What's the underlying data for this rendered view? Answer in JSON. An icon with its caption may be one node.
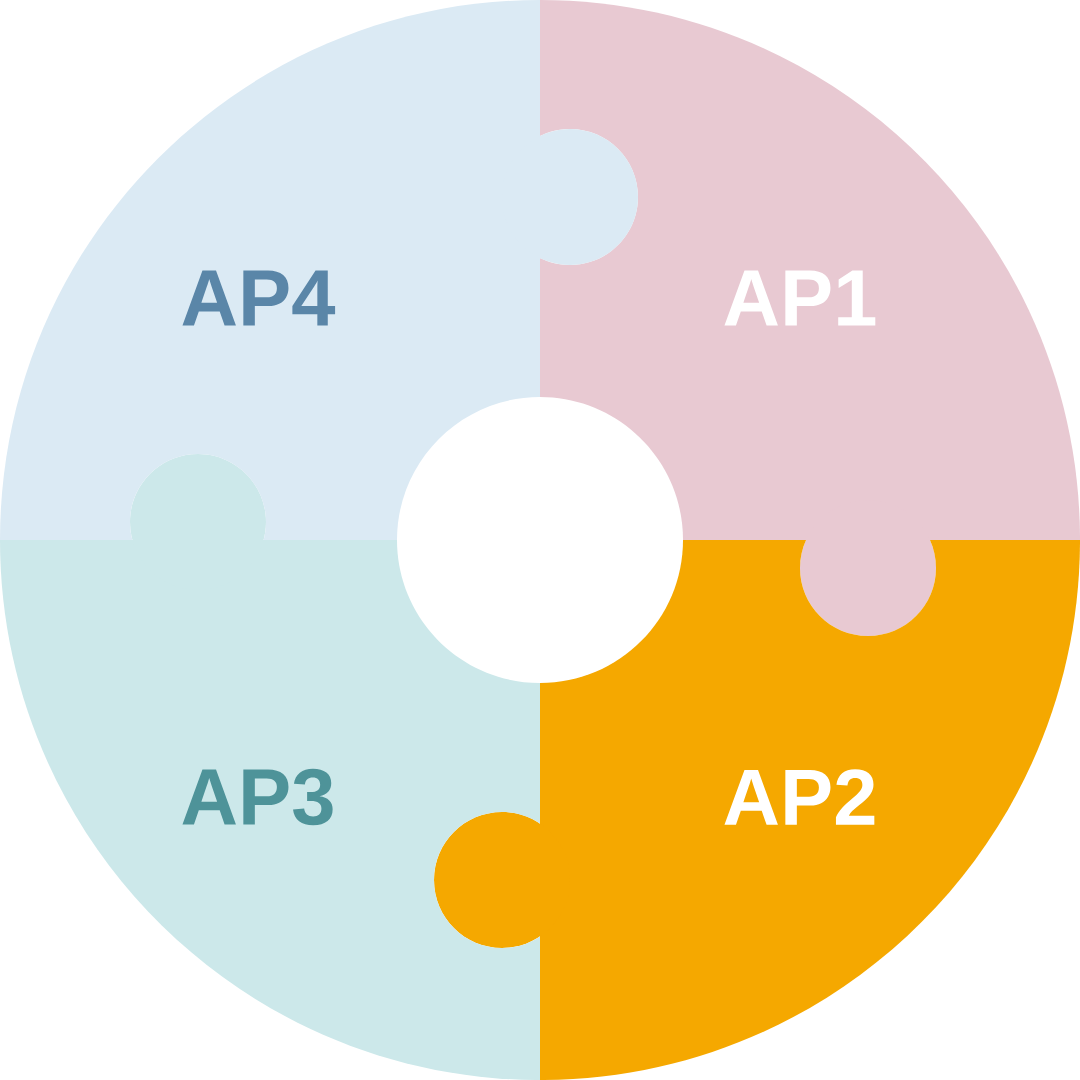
{
  "diagram": {
    "nodes": [
      {
        "text": [
          "AP1"
        ]
      },
      {
        "text": [
          "AP2"
        ]
      },
      {
        "text": [
          "AP3"
        ]
      },
      {
        "text": [
          "AP4"
        ]
      },
      {
        "text": [],
        "shape": "circle"
      }
    ]
  }
}
